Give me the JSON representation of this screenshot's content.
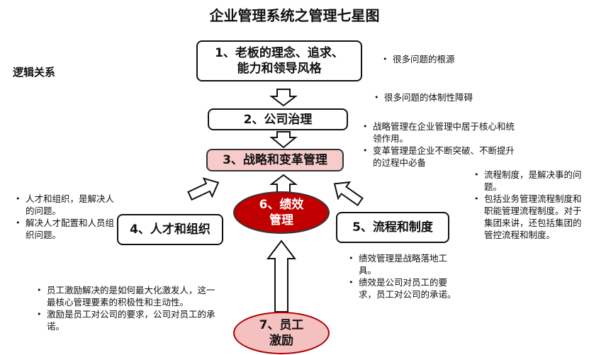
{
  "title": "企业管理系统之管理七星图",
  "logic_label": "逻辑关系",
  "nodes": {
    "n1": [
      "1、老板的理念、追求、",
      "能力和领导风格"
    ],
    "n2": "2、公司治理",
    "n3": "3、战略和变革管理",
    "n4": "4、人才和组织",
    "n5": "5、流程和制度",
    "n6": [
      "6、绩效",
      "管理"
    ],
    "n7": [
      "7、员工",
      "激励"
    ]
  },
  "notes": {
    "n1": [
      "很多问题的根源"
    ],
    "n2": [
      "很多问题的体制性障碍"
    ],
    "n3": [
      "战略管理在企业管理中居于核心和统领作用。",
      "变革管理是企业不断突破、不断提升的过程中必备"
    ],
    "n4": [
      "人才和组织，是解决人的问题。",
      "解决人才配置和人员组织问题。"
    ],
    "n5": [
      "流程制度，是解决事的问题。",
      "包括业务管理流程制度和职能管理流程制度。对于集团来讲，还包括集团的管控流程和制度。"
    ],
    "n6": [
      "绩效管理是战略落地工具。",
      "绩效是公司对员工的要求，员工对公司的承诺。"
    ],
    "n7": [
      "员工激励解决的是如何最大化激发人，这一最核心管理要素的积极性和主动性。",
      "激励是员工对公司的要求，公司对员工的承诺。"
    ]
  },
  "colors": {
    "strategy_fill": "#f8cbcb",
    "performance_fill": "#c00000",
    "incentive_fill": "#f4c0c0"
  }
}
